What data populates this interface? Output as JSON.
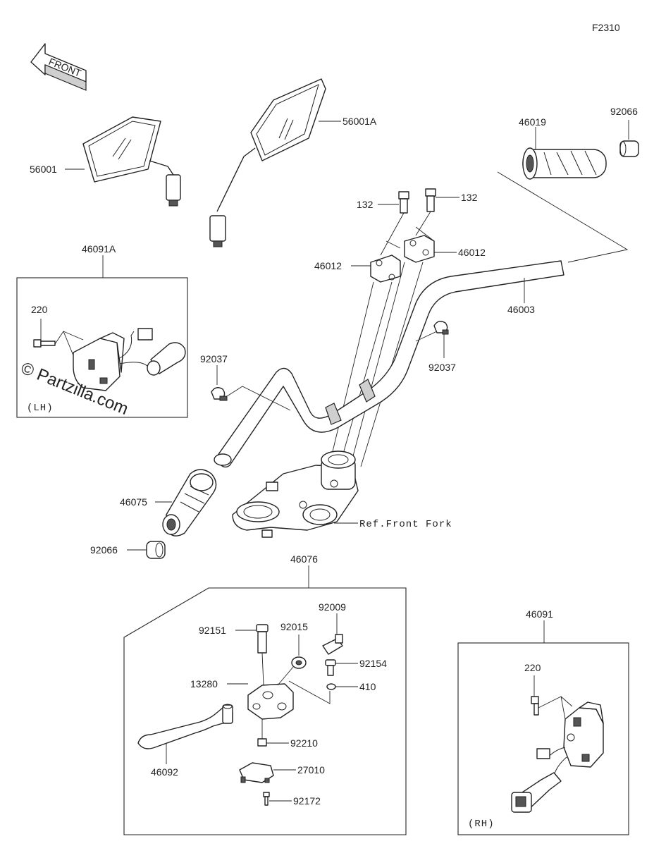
{
  "diagram_code": "F2310",
  "front_label": "FRONT",
  "watermark": "© Partzilla.com",
  "labels": {
    "mirror_left": "56001",
    "mirror_right": "56001A",
    "grip_right": "46019",
    "end_cap_right": "92066",
    "bolt_left": "132",
    "bolt_right": "132",
    "holder_left": "46012",
    "holder_right": "46012",
    "handlebar": "46003",
    "clamp_left": "92037",
    "clamp_right": "92037",
    "switch_lh_assy": "46091A",
    "screw_lh": "220",
    "lh_tag": "(LH)",
    "grip_left": "46075",
    "end_cap_left": "92066",
    "ref_front_fork": "Ref.Front Fork",
    "lever_assy": "46076",
    "bolt_92151": "92151",
    "collar_92015": "92015",
    "adjuster_92009": "92009",
    "screw_92154": "92154",
    "washer_410": "410",
    "bracket_13280": "13280",
    "nut_92210": "92210",
    "lever_46092": "46092",
    "switch_27010": "27010",
    "screw_92172": "92172",
    "switch_rh_assy": "46091",
    "screw_rh": "220",
    "rh_tag": "(RH)"
  }
}
